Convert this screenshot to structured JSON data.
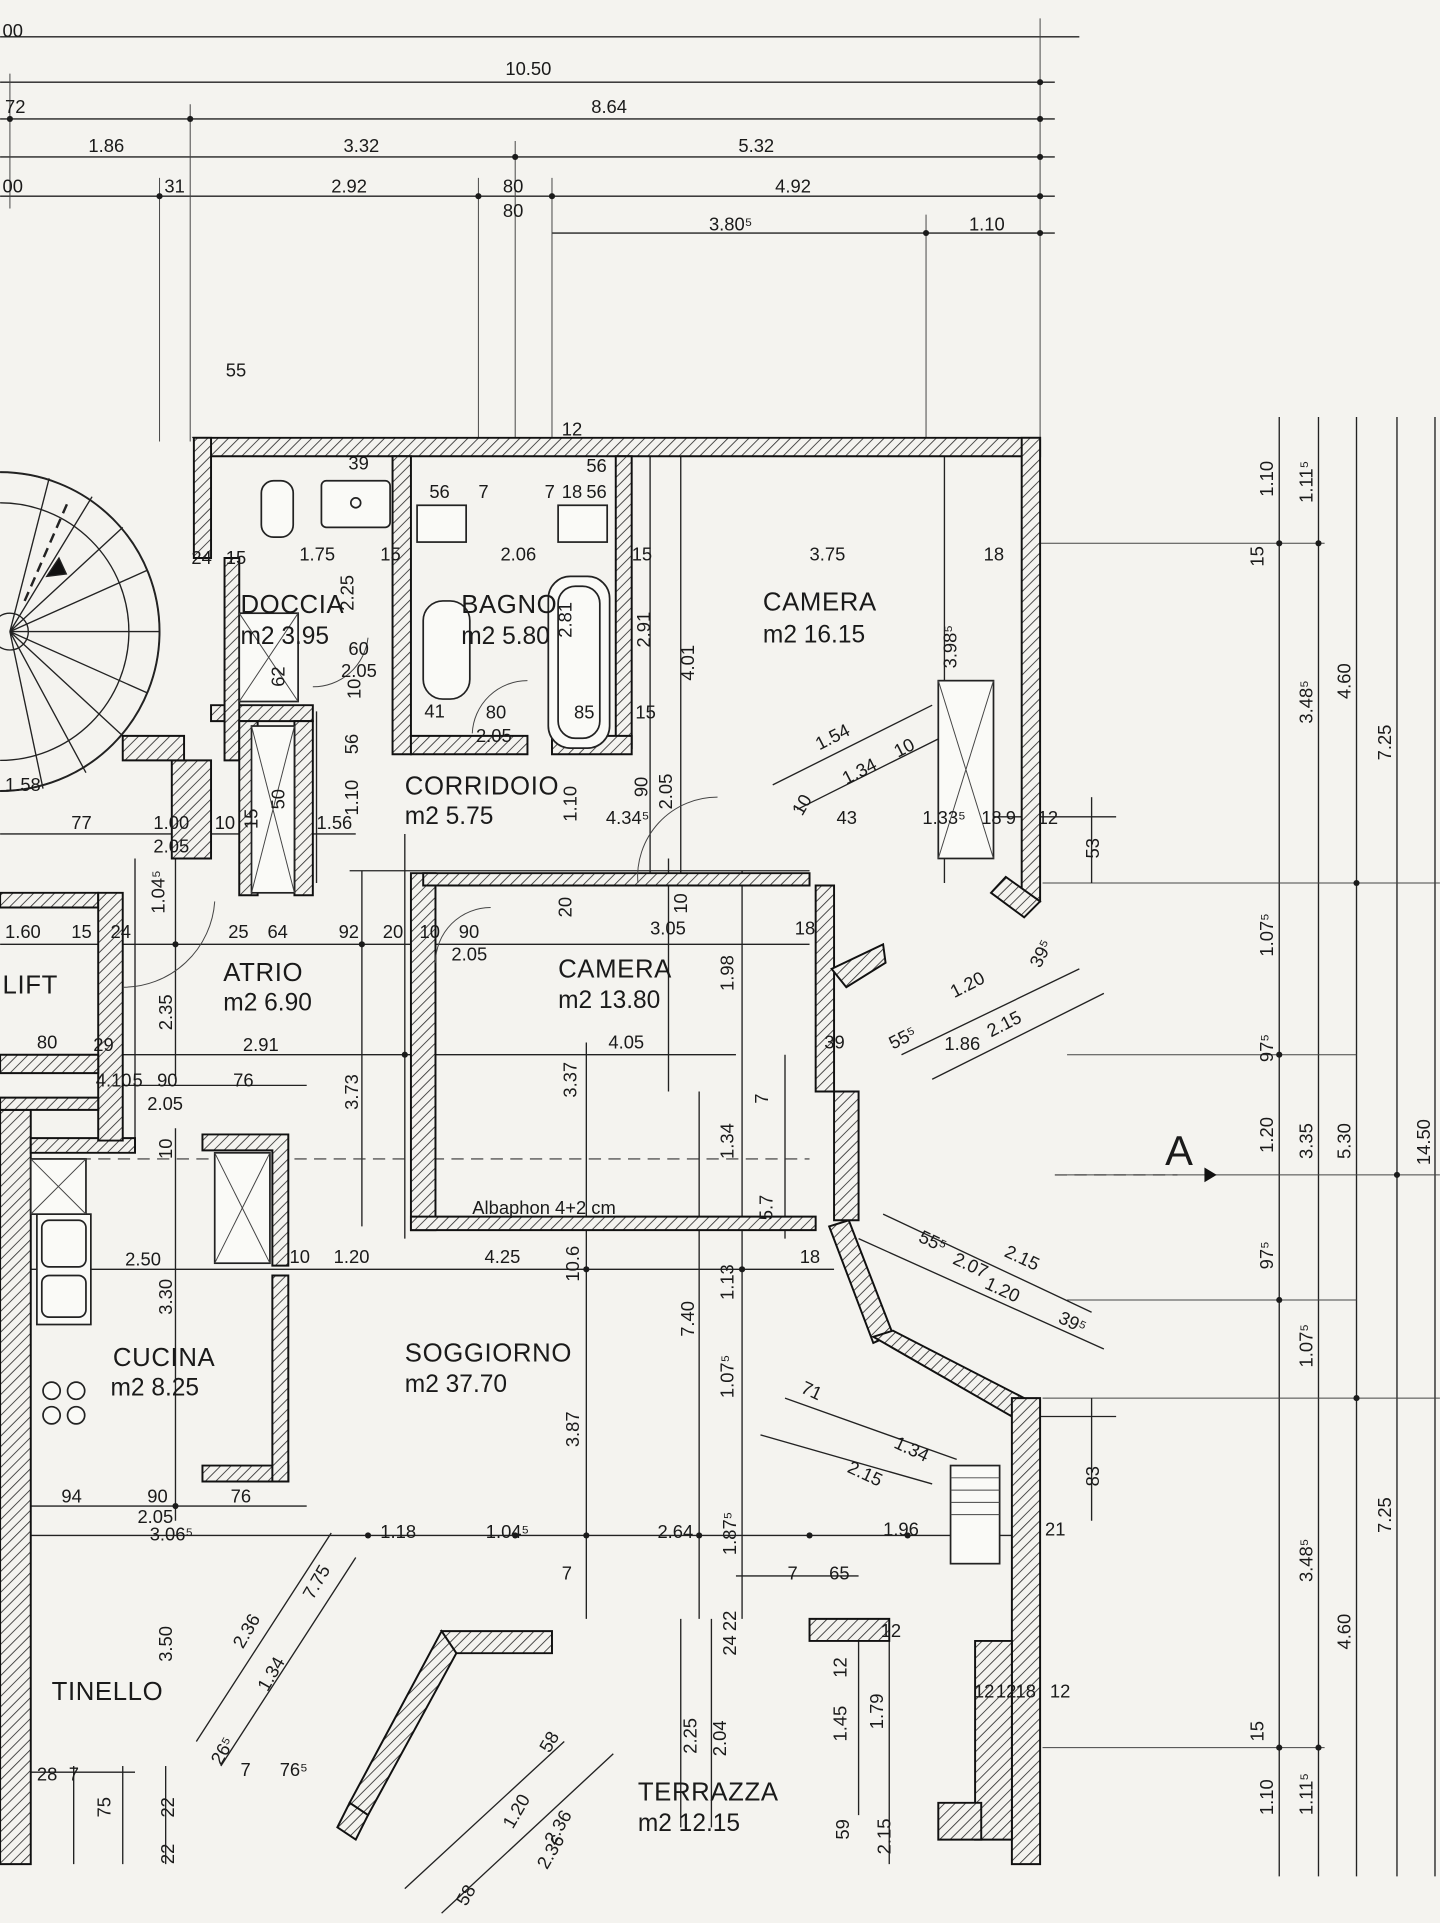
{
  "rooms": [
    {
      "name": "DOCCIA",
      "area": "m2 3.95"
    },
    {
      "name": "BAGNO",
      "area": "m2 5.80"
    },
    {
      "name": "CAMERA",
      "area": "m2 16.15"
    },
    {
      "name": "CORRIDOIO",
      "area": "m2 5.75"
    },
    {
      "name": "ATRIO",
      "area": "m2 6.90"
    },
    {
      "name": "CAMERA",
      "area": "m2 13.80"
    },
    {
      "name": "CUCINA",
      "area": "m2 8.25"
    },
    {
      "name": "SOGGIORNO",
      "area": "m2 37.70"
    },
    {
      "name": "TINELLO",
      "area": ""
    },
    {
      "name": "TERRAZZA",
      "area": "m2 12.15"
    }
  ],
  "labels": {
    "lift": "LIFT",
    "insulation_note": "Albaphon  4+2 cm",
    "section_marker": "A"
  },
  "dims_top": [
    "10.50",
    "8.64",
    "1.86",
    "3.32",
    "5.32",
    "2.92",
    "80",
    "4.92",
    "80",
    "3.80⁵",
    "1.10",
    "31",
    "72",
    "00",
    "00"
  ],
  "dims_inner": [
    "55",
    "56",
    "56",
    "7",
    "7",
    "56",
    "18",
    "12",
    "39",
    "1.75",
    "15",
    "2.06",
    "15",
    "3.75",
    "18",
    "24",
    "15",
    "2.25",
    "2.81",
    "2.91",
    "4.01",
    "3.98⁵",
    "60",
    "2.05",
    "62",
    "10",
    "41",
    "80",
    "2.05",
    "85",
    "15",
    "56",
    "1.10",
    "90",
    "2.05",
    "1.10",
    "4.34⁵",
    "1.54",
    "1.34",
    "10",
    "10",
    "43",
    "1.33⁵",
    "18",
    "9",
    "12",
    "53",
    "1.00",
    "2.05",
    "77",
    "10",
    "15",
    "50",
    "1.56",
    "1.58",
    "1.04⁵",
    "1.60",
    "15",
    "24",
    "25",
    "64",
    "92",
    "20",
    "10",
    "90",
    "2.05",
    "20",
    "3.05",
    "18",
    "10",
    "2.35",
    "80",
    "29",
    "2.91",
    "4.05",
    "1.98",
    "3.73",
    "3.37",
    "1.20",
    "39⁵",
    "55⁵",
    "1.86",
    "2.15",
    "39",
    "4.10",
    "5",
    "90",
    "2.05",
    "76",
    "7",
    "1.34",
    "5.7",
    "10",
    "10",
    "1.20",
    "4.25",
    "10.6",
    "18",
    "2.50",
    "3.30",
    "1.13",
    "55⁵",
    "2.07",
    "2.15",
    "1.20",
    "39⁵",
    "7.40",
    "1.07⁵",
    "71",
    "1.34",
    "2.15",
    "1.96",
    "21",
    "83",
    "94",
    "90",
    "2.05",
    "76",
    "3.06⁵",
    "1.18",
    "1.04⁵",
    "2.64",
    "1.87⁵",
    "7",
    "7",
    "65",
    "3.50",
    "2.36",
    "1.34",
    "7.75",
    "2.36",
    "3.87",
    "26⁵",
    "76⁵",
    "7",
    "28",
    "7",
    "75",
    "22",
    "22",
    "1.20",
    "2.36",
    "58",
    "58",
    "2.25",
    "2.04",
    "1.45",
    "1.79",
    "59",
    "2.15",
    "12",
    "12",
    "24",
    "22",
    "12",
    "12",
    "18",
    "12"
  ],
  "dims_right": [
    "1.10",
    "1.11⁵",
    "15",
    "4.60",
    "3.48⁵",
    "7.25",
    "1.07⁵",
    "97⁵",
    "1.20",
    "3.35",
    "5.30",
    "14.50",
    "97⁵",
    "1.07⁵",
    "3.48⁵",
    "4.60",
    "7.25",
    "15",
    "1.10",
    "1.11⁵"
  ]
}
